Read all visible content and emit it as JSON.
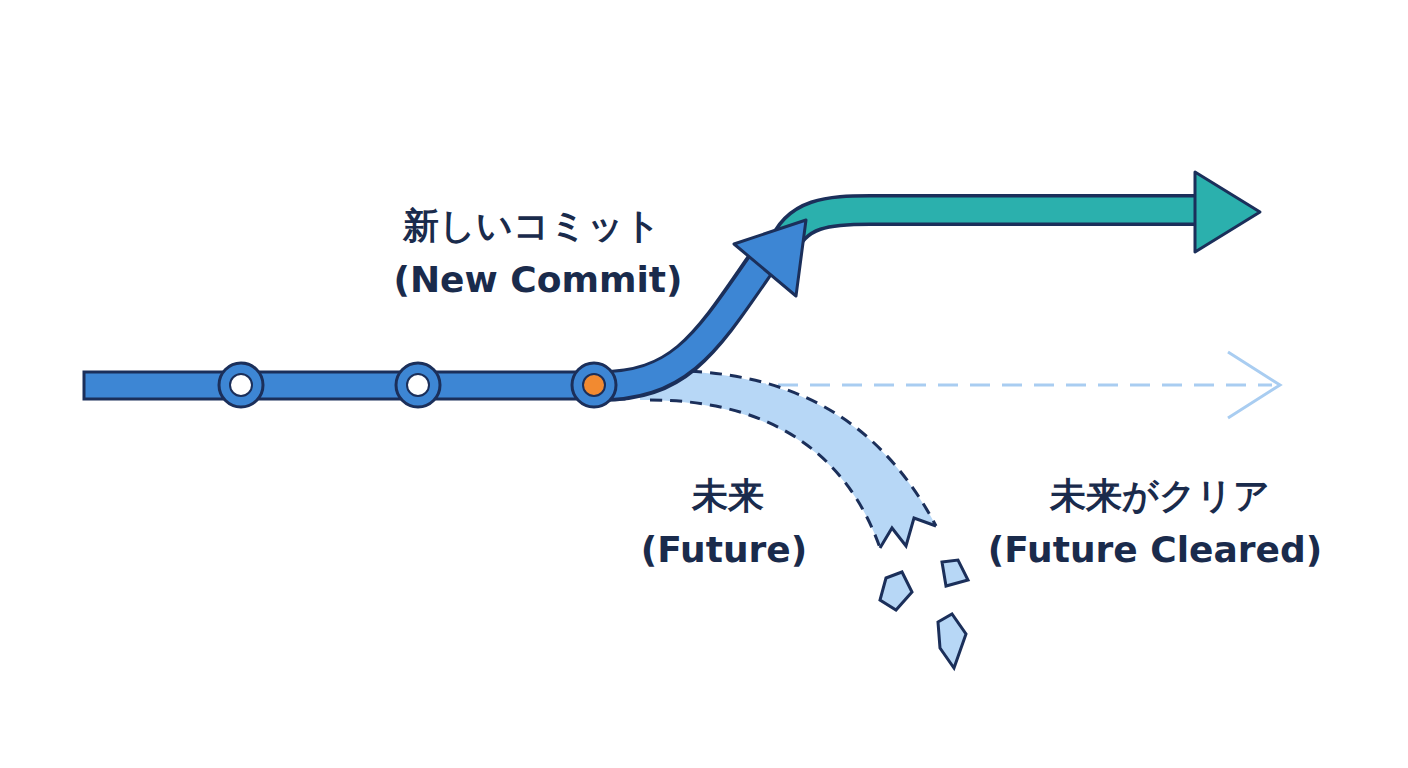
{
  "diagram": {
    "labels": [
      "新しいコミット",
      "(New Commit)",
      "未来",
      "(Future)",
      "未来がクリア",
      "(Future Cleared)"
    ]
  }
}
